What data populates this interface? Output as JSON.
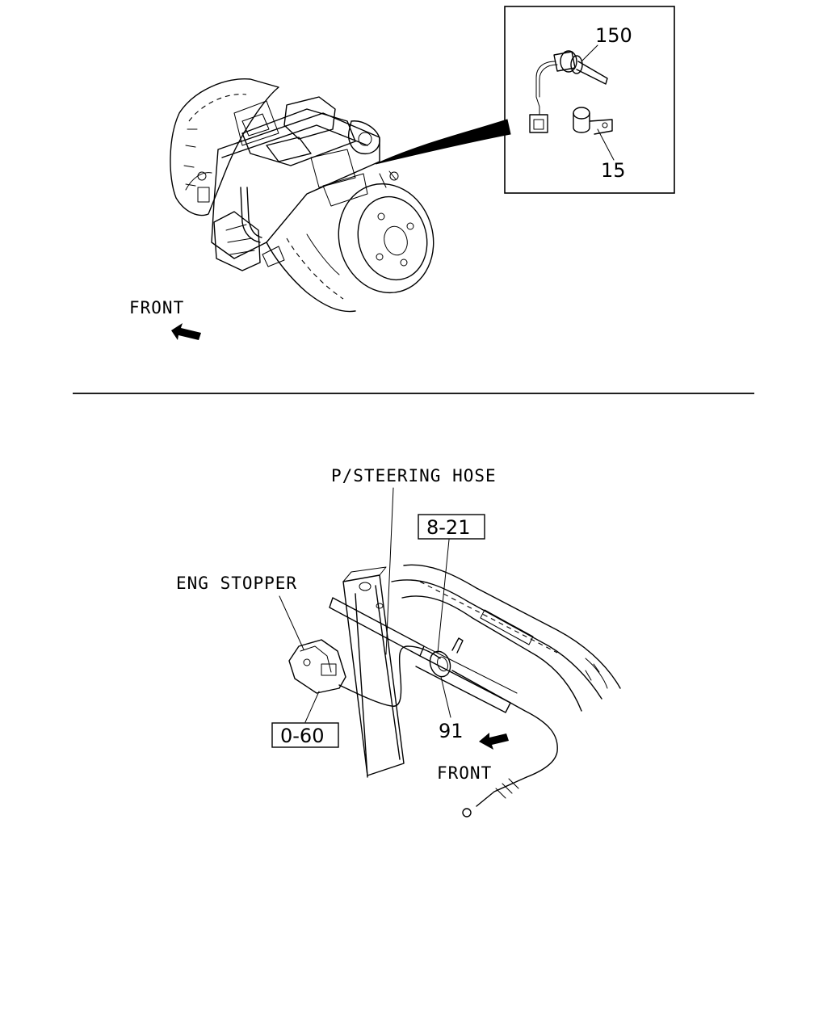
{
  "top_view": {
    "front_label": "FRONT",
    "inset": {
      "callout_sensor": "150",
      "callout_bracket": "15"
    }
  },
  "bottom_view": {
    "steering_hose_label": "P/STEERING HOSE",
    "ref_box_top": "8-21",
    "eng_stopper_label": "ENG STOPPER",
    "ref_box_left": "0-60",
    "callout_clip": "91",
    "front_label": "FRONT"
  }
}
